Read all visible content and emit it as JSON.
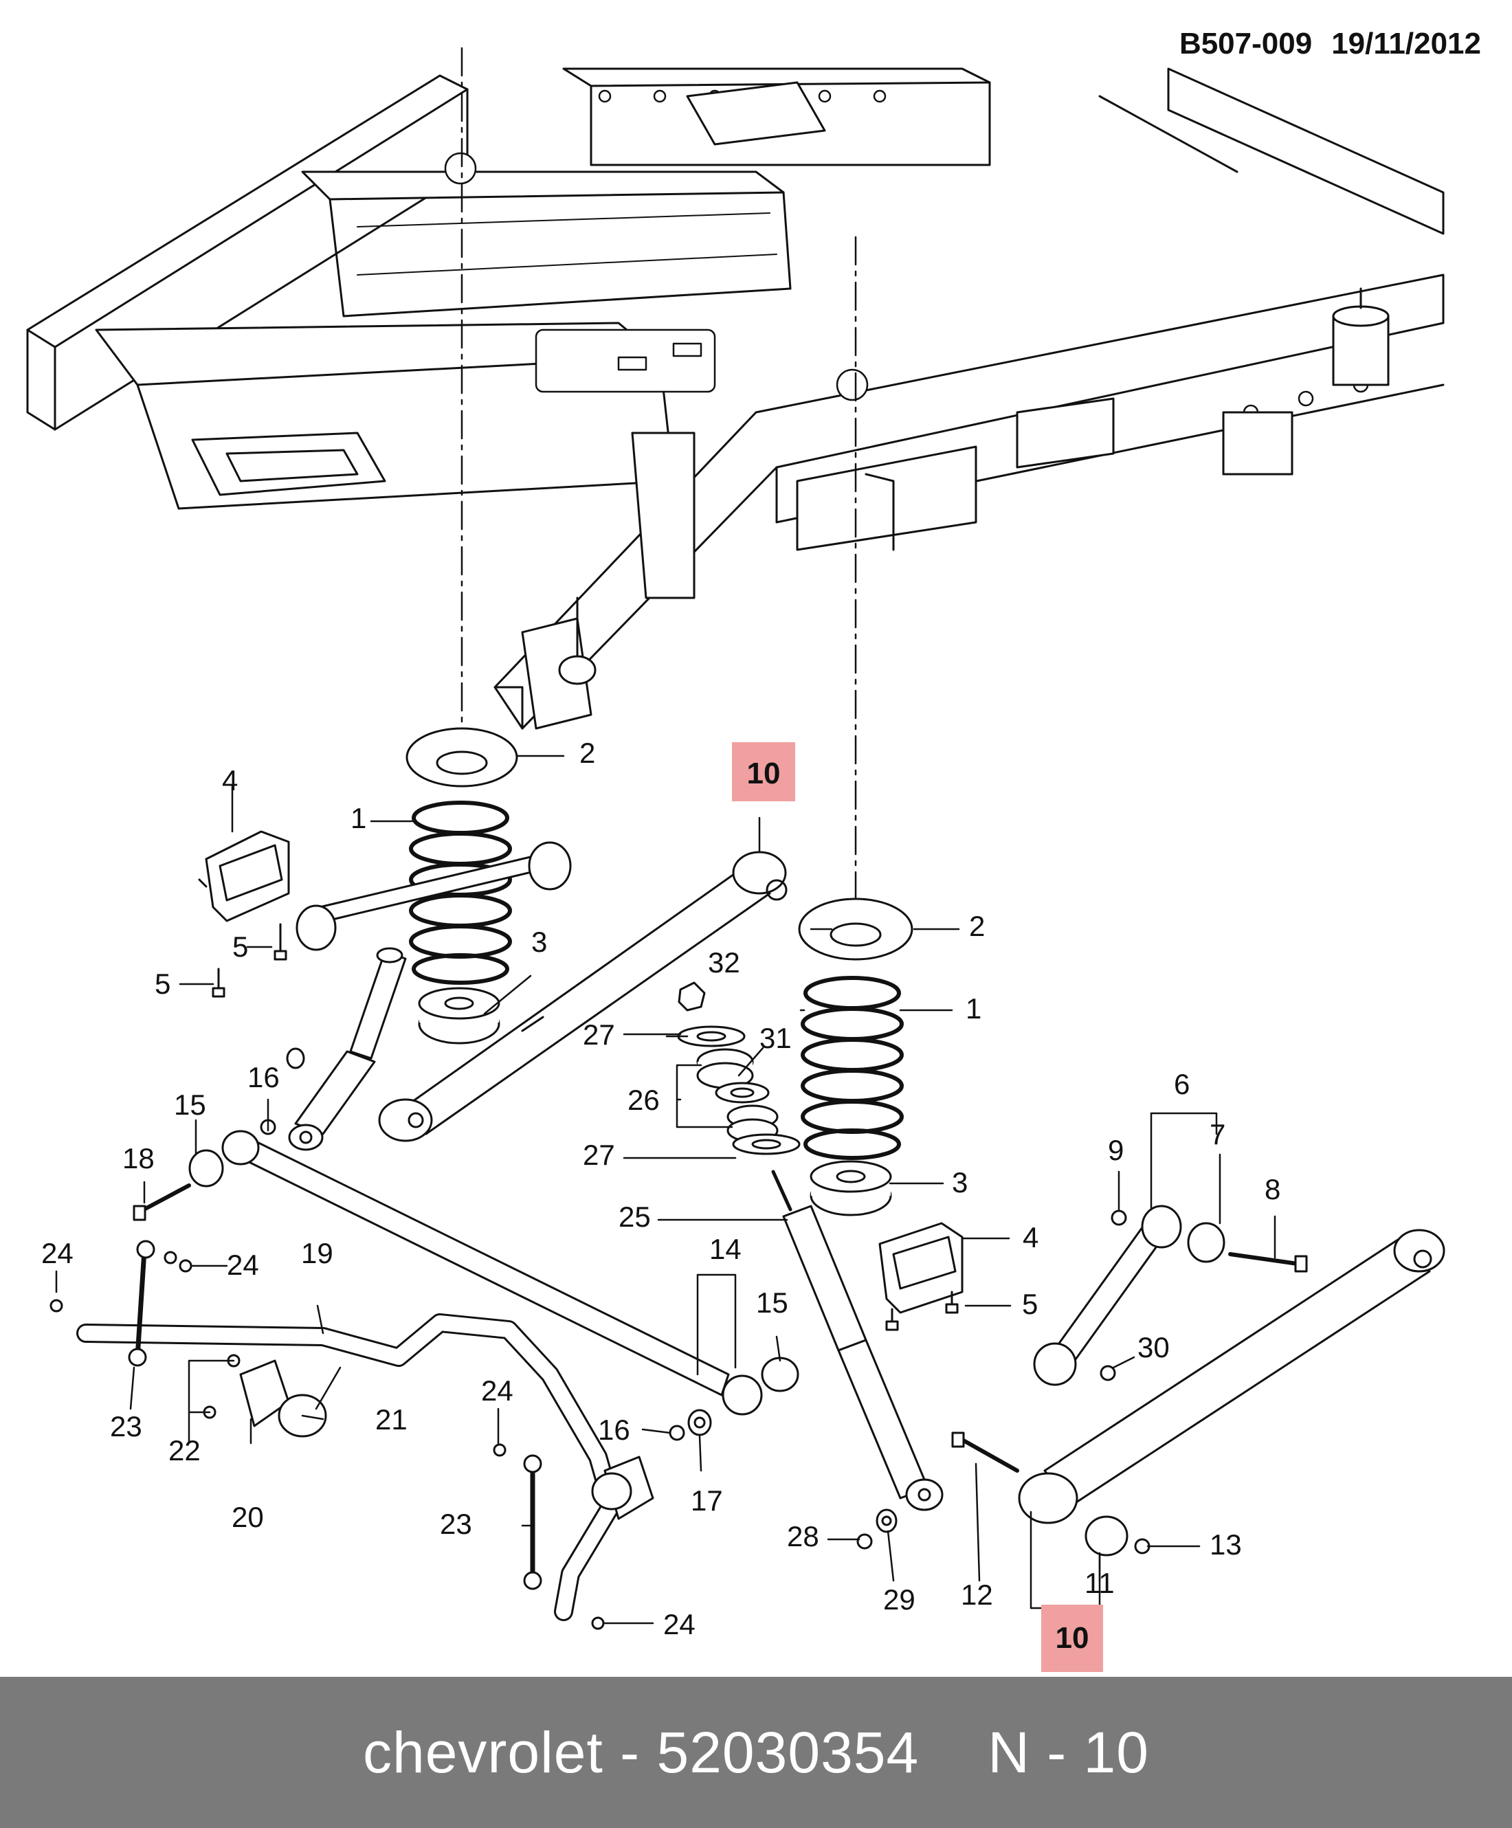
{
  "header": {
    "ref": "B507-009",
    "date": "19/11/2012"
  },
  "highlight_color": "#f0a0a0",
  "callouts": {
    "c1a": "1",
    "c1b": "1",
    "c2a": "2",
    "c2b": "2",
    "c3a": "3",
    "c3b": "3",
    "c4a": "4",
    "c4b": "4",
    "c5a": "5",
    "c5b": "5",
    "c5c": "5",
    "c6": "6",
    "c7": "7",
    "c8": "8",
    "c9": "9",
    "c10a": "10",
    "c10b": "10",
    "c11": "11",
    "c12": "12",
    "c13": "13",
    "c14": "14",
    "c15a": "15",
    "c15b": "15",
    "c16a": "16",
    "c16b": "16",
    "c17": "17",
    "c18": "18",
    "c19": "19",
    "c20": "20",
    "c21": "21",
    "c22": "22",
    "c23a": "23",
    "c23b": "23",
    "c24a": "24",
    "c24b": "24",
    "c24c": "24",
    "c24d": "24",
    "c25": "25",
    "c26": "26",
    "c27a": "27",
    "c27b": "27",
    "c28": "28",
    "c29": "29",
    "c30": "30",
    "c31": "31",
    "c32": "32"
  },
  "footer": {
    "brand": "chevrolet - 52030354",
    "position": "N - 10"
  }
}
